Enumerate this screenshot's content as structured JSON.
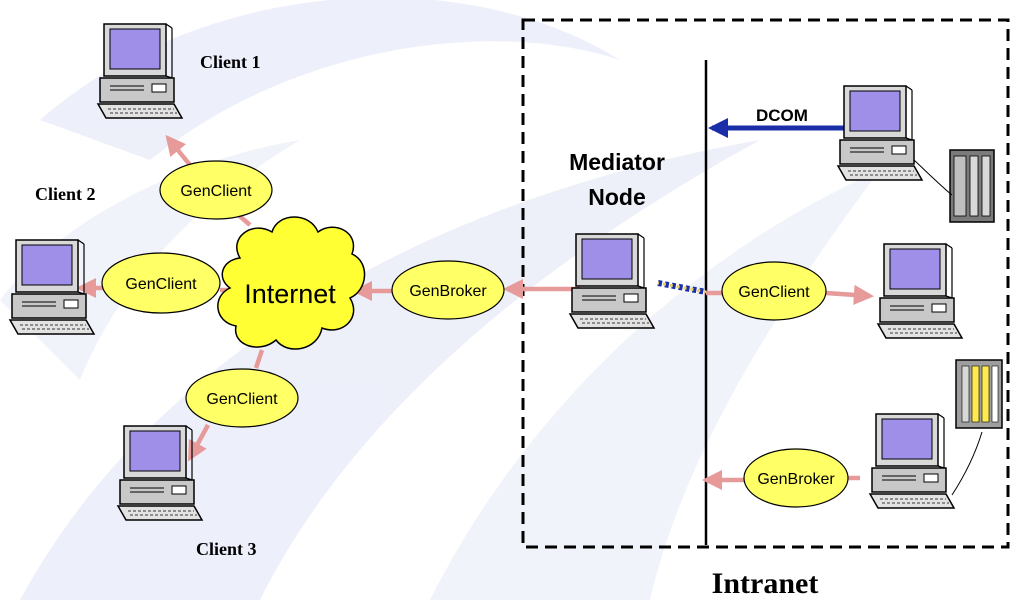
{
  "diagram": {
    "clients": [
      {
        "label": "Client 1"
      },
      {
        "label": "Client 2"
      },
      {
        "label": "Client 3"
      }
    ],
    "cloud_label": "Internet",
    "nodes": {
      "genclient_top": "GenClient",
      "genclient_left": "GenClient",
      "genclient_bottom": "GenClient",
      "genbroker_main": "GenBroker",
      "genclient_intranet": "GenClient",
      "genbroker_intranet": "GenBroker"
    },
    "mediator_label_line1": "Mediator",
    "mediator_label_line2": "Node",
    "dcom_label": "DCOM",
    "intranet_label": "Intranet",
    "colors": {
      "ellipse_fill": "#ffff66",
      "cloud_fill": "#ffff33",
      "arrow_pink": "#e79a9a",
      "arrow_blue": "#1a2ea8",
      "monitor_screen": "#9f8fe8",
      "watermark": "#dfe4f5"
    }
  }
}
